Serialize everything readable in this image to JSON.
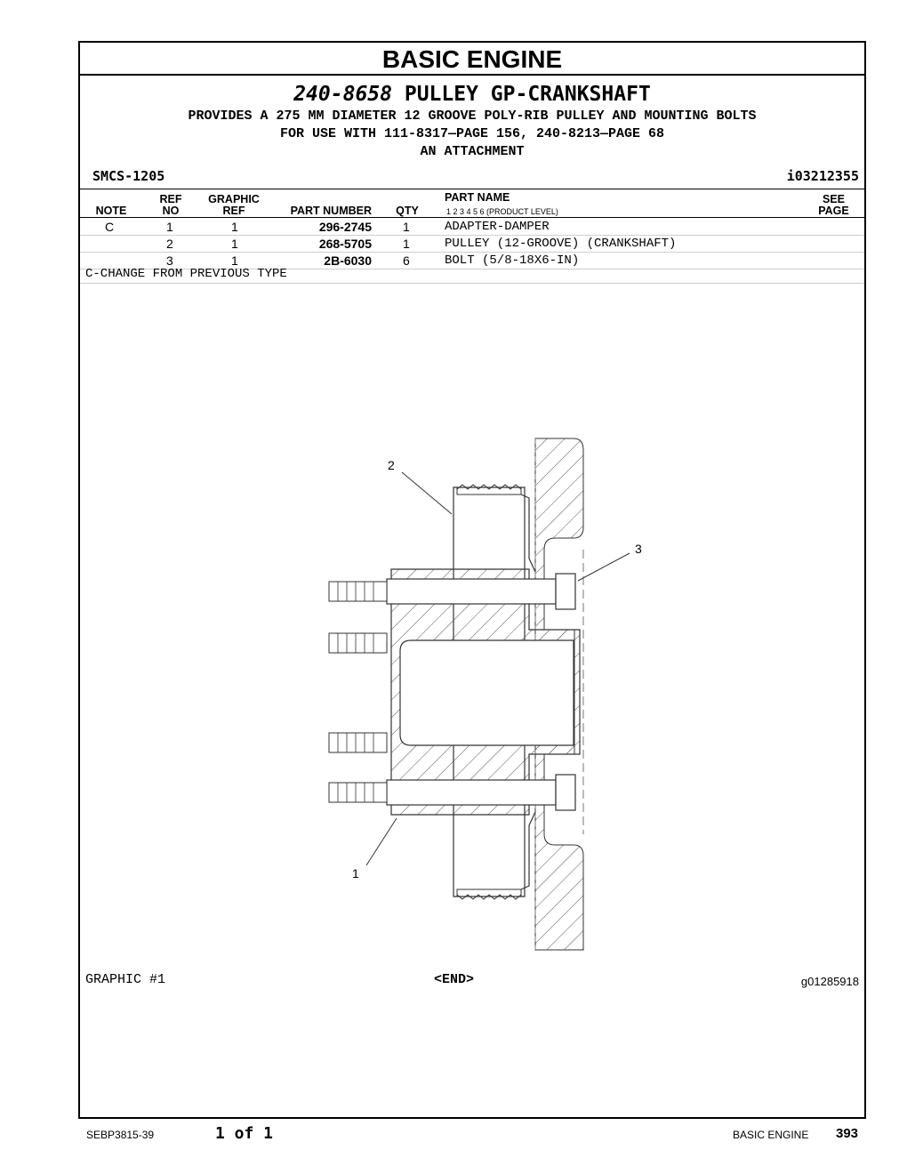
{
  "header": {
    "section": "BASIC ENGINE",
    "part_number": "240-8658",
    "part_title": "PULLEY GP-CRANKSHAFT",
    "desc_lines": [
      "PROVIDES A 275 MM DIAMETER 12 GROOVE POLY-RIB PULLEY AND MOUNTING BOLTS",
      "FOR USE WITH 111-8317—PAGE 156, 240-8213—PAGE 68",
      "AN ATTACHMENT"
    ],
    "smcs": "SMCS-1205",
    "ref_id": "i03212355"
  },
  "columns": {
    "note": "NOTE",
    "ref_top": "REF",
    "ref_bottom": "NO",
    "graphic_top": "GRAPHIC",
    "graphic_bottom": "REF",
    "part_number": "PART NUMBER",
    "qty": "QTY",
    "part_name": "PART NAME",
    "levels": "1   2   3   4   5   6   (PRODUCT LEVEL)",
    "see_top": "SEE",
    "see_bottom": "PAGE"
  },
  "rows": [
    {
      "note": "C",
      "ref": "1",
      "graphic": "1",
      "part_number": "296-2745",
      "qty": "1",
      "name": "ADAPTER-DAMPER"
    },
    {
      "note": "",
      "ref": "2",
      "graphic": "1",
      "part_number": "268-5705",
      "qty": "1",
      "name": "PULLEY (12-GROOVE) (CRANKSHAFT)"
    },
    {
      "note": "",
      "ref": "3",
      "graphic": "1",
      "part_number": "2B-6030",
      "qty": "6",
      "name": "BOLT (5/8-18X6-IN)"
    }
  ],
  "notes": "C-CHANGE FROM PREVIOUS TYPE",
  "graphic": {
    "callouts": [
      "2",
      "3",
      "1"
    ],
    "label": "GRAPHIC #1",
    "end": "<END>",
    "id": "g01285918"
  },
  "footer": {
    "doc": "SEBP3815-39",
    "page_of": "1 of 1",
    "section": "BASIC ENGINE",
    "page_number": "393"
  }
}
